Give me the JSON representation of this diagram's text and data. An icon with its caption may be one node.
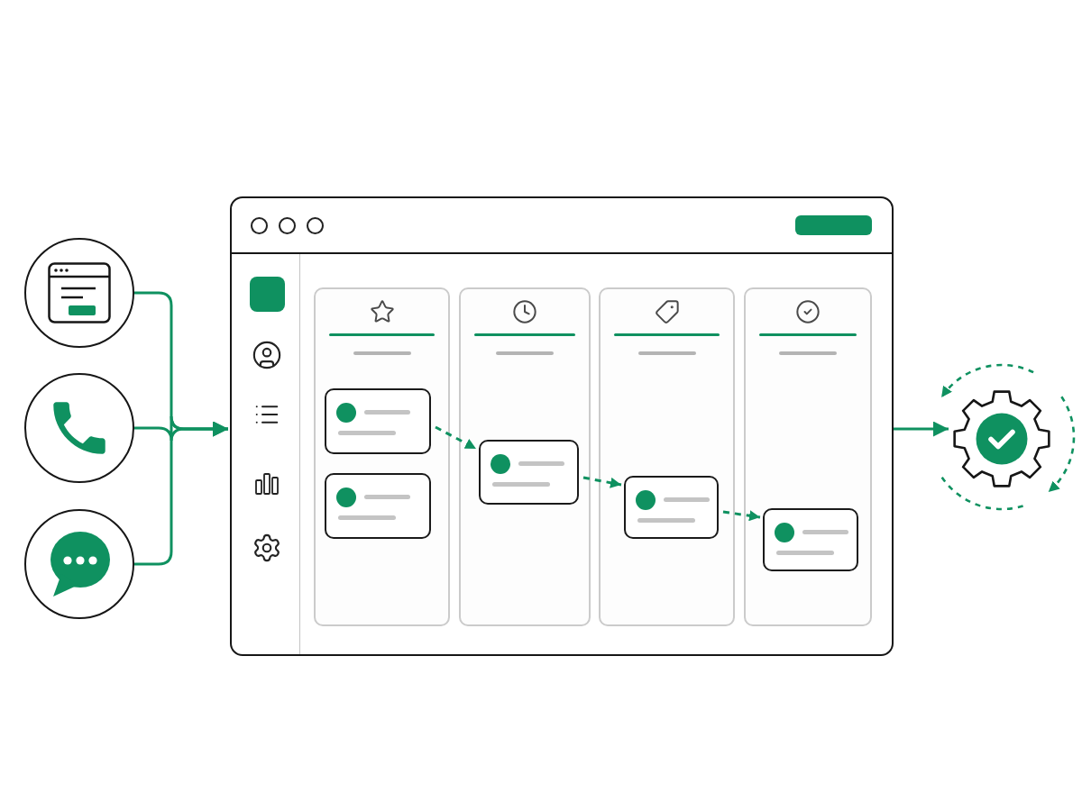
{
  "diagram": {
    "nodes": [
      {
        "text": [],
        "shape": "circle"
      },
      {
        "text": [],
        "shape": "circle"
      },
      {
        "text": [],
        "shape": "circle"
      },
      {
        "text": [],
        "shape": "box"
      },
      {
        "text": [],
        "shape": "box",
        "in": 3
      },
      {
        "text": [],
        "shape": "box",
        "in": 4
      },
      {
        "text": [],
        "shape": "box",
        "in": 4
      },
      {
        "text": [],
        "shape": "box",
        "in": 3
      },
      {
        "text": [],
        "shape": "box",
        "in": 7
      },
      {
        "text": [],
        "shape": "box",
        "in": 3
      },
      {
        "text": [],
        "shape": "box",
        "in": 9
      },
      {
        "text": [],
        "shape": "box",
        "in": 3
      },
      {
        "text": [],
        "shape": "box",
        "in": 11
      },
      {
        "text": [],
        "shape": "picture"
      }
    ],
    "edges": [
      {
        "from": 0,
        "to": 3,
        "arrow": "to"
      },
      {
        "from": 1,
        "to": 3,
        "arrow": "to"
      },
      {
        "from": 2,
        "to": 3,
        "arrow": "to"
      },
      {
        "from": 5,
        "to": 8,
        "arrow": "to",
        "style": "dashed"
      },
      {
        "from": 8,
        "to": 10,
        "arrow": "to",
        "style": "dashed"
      },
      {
        "from": 10,
        "to": 12,
        "arrow": "to",
        "style": "dashed"
      },
      {
        "from": 3,
        "to": 13,
        "arrow": "to"
      }
    ]
  }
}
